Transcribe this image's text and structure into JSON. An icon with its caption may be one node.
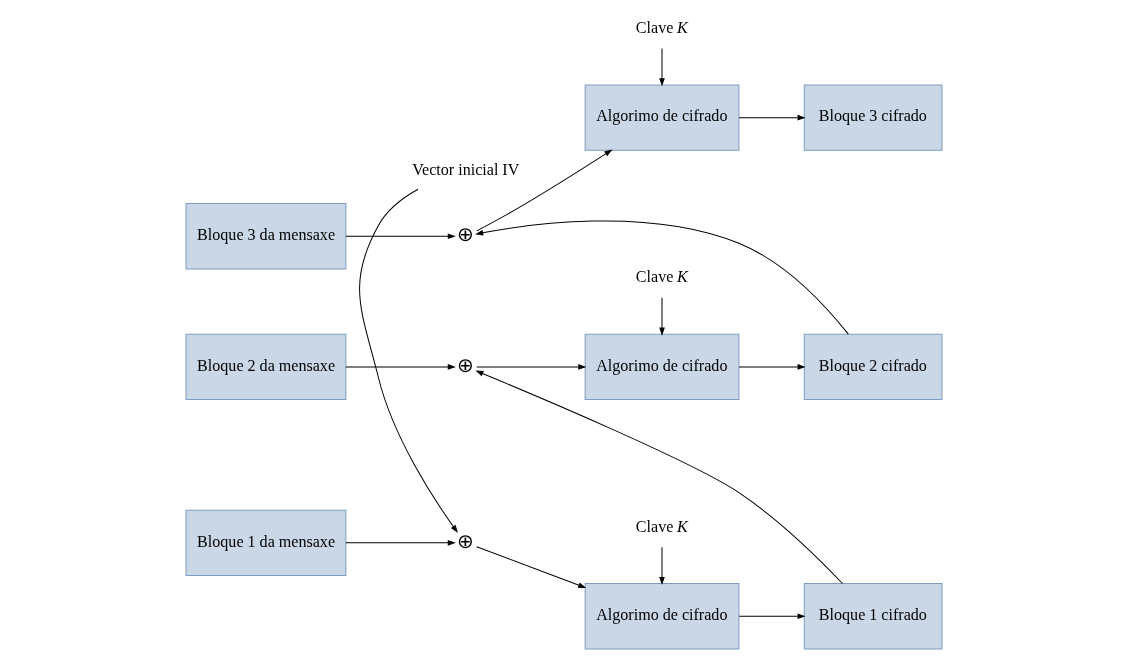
{
  "diagram": {
    "nodes": [
      {
        "text": [
          "Vector inicial IV"
        ]
      },
      {
        "text": [
          "Bloque 1 da mensaxe"
        ]
      },
      {
        "text": [
          "⊕"
        ]
      },
      {
        "text": [
          "Algorimo de cifrado"
        ]
      },
      {
        "text": [
          "Bloque 1 cifrado"
        ]
      },
      {
        "text": [
          "Clave *K*"
        ]
      },
      {
        "text": [
          "Bloque 2 da mensaxe"
        ]
      },
      {
        "text": [
          "⊕"
        ]
      },
      {
        "text": [
          "Algorimo de cifrado"
        ]
      },
      {
        "text": [
          "Bloque 2 cifrado"
        ]
      },
      {
        "text": [
          "Clave *K*"
        ]
      },
      {
        "text": [
          "Bloque 3 da mensaxe"
        ]
      },
      {
        "text": [
          "⊕"
        ]
      },
      {
        "text": [
          "Algorimo de cifrado"
        ]
      },
      {
        "text": [
          "Bloque 3 cifrado"
        ]
      },
      {
        "text": [
          "Clave *K*"
        ]
      }
    ],
    "edges": [
      {
        "from": 0,
        "to": 2,
        "arrow": "to"
      },
      {
        "from": 1,
        "to": 2,
        "arrow": "to"
      },
      {
        "from": 2,
        "to": 3,
        "arrow": "to"
      },
      {
        "from": 3,
        "to": 4,
        "arrow": "to"
      },
      {
        "from": 5,
        "to": 3,
        "arrow": "to"
      },
      {
        "from": 4,
        "to": 7,
        "arrow": "to"
      },
      {
        "from": 6,
        "to": 7,
        "arrow": "to"
      },
      {
        "from": 7,
        "to": 8,
        "arrow": "to"
      },
      {
        "from": 8,
        "to": 9,
        "arrow": "to"
      },
      {
        "from": 10,
        "to": 8,
        "arrow": "to"
      },
      {
        "from": 9,
        "to": 12,
        "arrow": "to"
      },
      {
        "from": 11,
        "to": 12,
        "arrow": "to"
      },
      {
        "from": 12,
        "to": 13,
        "arrow": "to"
      },
      {
        "from": 13,
        "to": 14,
        "arrow": "to"
      },
      {
        "from": 15,
        "to": 13,
        "arrow": "to"
      }
    ]
  }
}
